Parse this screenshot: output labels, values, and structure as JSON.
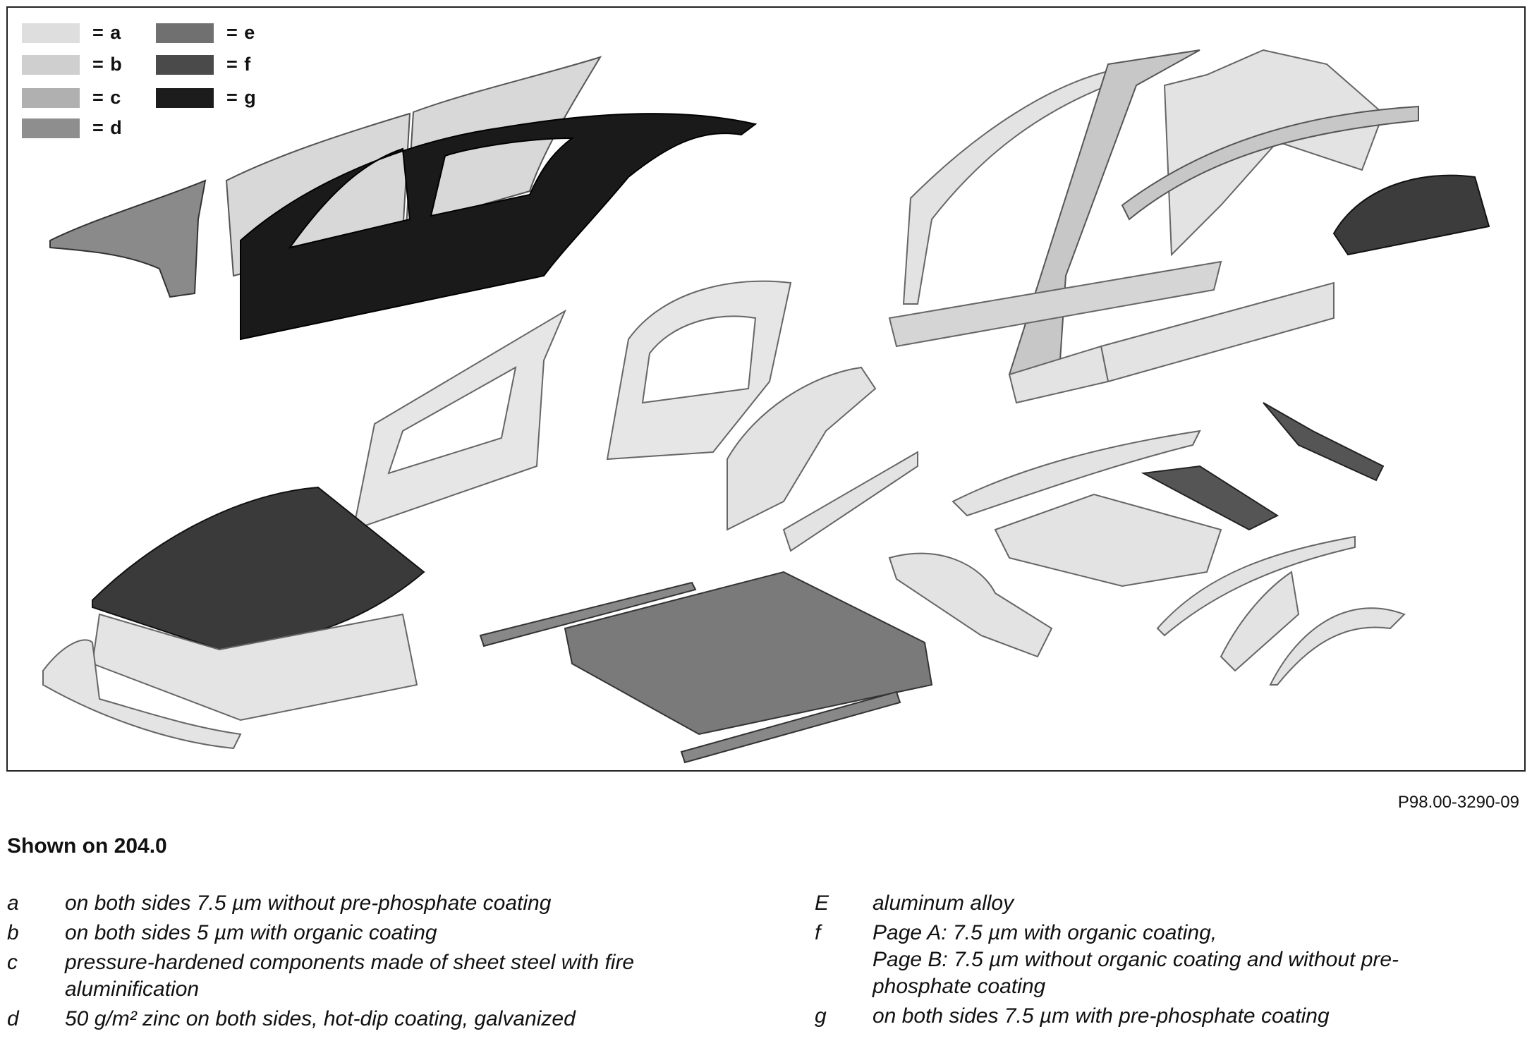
{
  "figure": {
    "reference_code": "P98.00-3290-09",
    "legend": [
      {
        "label": "= a",
        "color": "#dedede"
      },
      {
        "label": "= b",
        "color": "#cfcfcf"
      },
      {
        "label": "= c",
        "color": "#b0b0b0"
      },
      {
        "label": "= d",
        "color": "#8e8e8e"
      },
      {
        "label": "= e",
        "color": "#707070"
      },
      {
        "label": "= f",
        "color": "#4a4a4a"
      },
      {
        "label": "= g",
        "color": "#1c1c1c"
      }
    ]
  },
  "caption": "Shown on 204.0",
  "notes": {
    "a": {
      "key": "a",
      "text": "on both sides 7.5 µm without pre-phosphate coating"
    },
    "b": {
      "key": "b",
      "text": "on both sides 5 µm with organic coating"
    },
    "c": {
      "key": "c",
      "line1": "pressure-hardened components made of sheet steel with fire",
      "line2": "aluminification"
    },
    "d": {
      "key": "d",
      "text": "50 g/m² zinc on both sides, hot-dip coating, galvanized"
    },
    "e": {
      "key": "E",
      "text": "aluminum alloy"
    },
    "f": {
      "key": "f",
      "line1": "Page A: 7.5 µm with organic coating,",
      "line2": "Page B: 7.5 µm without organic coating and without pre-",
      "line3": "phosphate coating"
    },
    "g": {
      "key": "g",
      "text": "on both sides 7.5 µm with pre-phosphate coating"
    }
  }
}
